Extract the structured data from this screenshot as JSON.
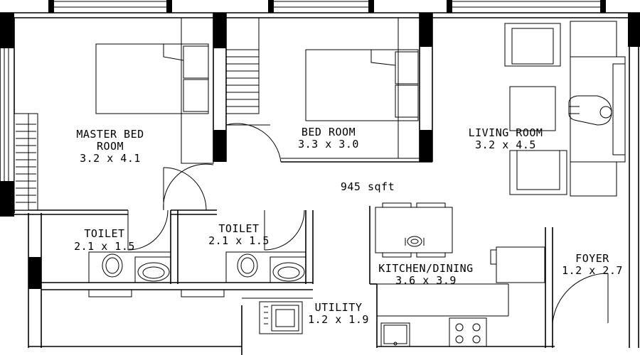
{
  "plan": {
    "total_area": "945 sqft",
    "rooms": [
      {
        "id": "master-bed",
        "name_lines": [
          "MASTER BED",
          "ROOM"
        ],
        "size": "3.2 x 4.1"
      },
      {
        "id": "bed-room",
        "name_lines": [
          "BED ROOM"
        ],
        "size": "3.3 x 3.0"
      },
      {
        "id": "living-room",
        "name_lines": [
          "LIVING ROOM"
        ],
        "size": "3.2 x 4.5"
      },
      {
        "id": "toilet-1",
        "name_lines": [
          "TOILET"
        ],
        "size": "2.1 x 1.5"
      },
      {
        "id": "toilet-2",
        "name_lines": [
          "TOILET"
        ],
        "size": "2.1 x 1.5"
      },
      {
        "id": "kitchen-dining",
        "name_lines": [
          "KITCHEN/DINING"
        ],
        "size": "3.6 x 3.9"
      },
      {
        "id": "foyer",
        "name_lines": [
          "FOYER"
        ],
        "size": "1.2 x 2.7"
      },
      {
        "id": "utility",
        "name_lines": [
          "UTILITY"
        ],
        "size": "1.2 x 1.9"
      }
    ]
  }
}
